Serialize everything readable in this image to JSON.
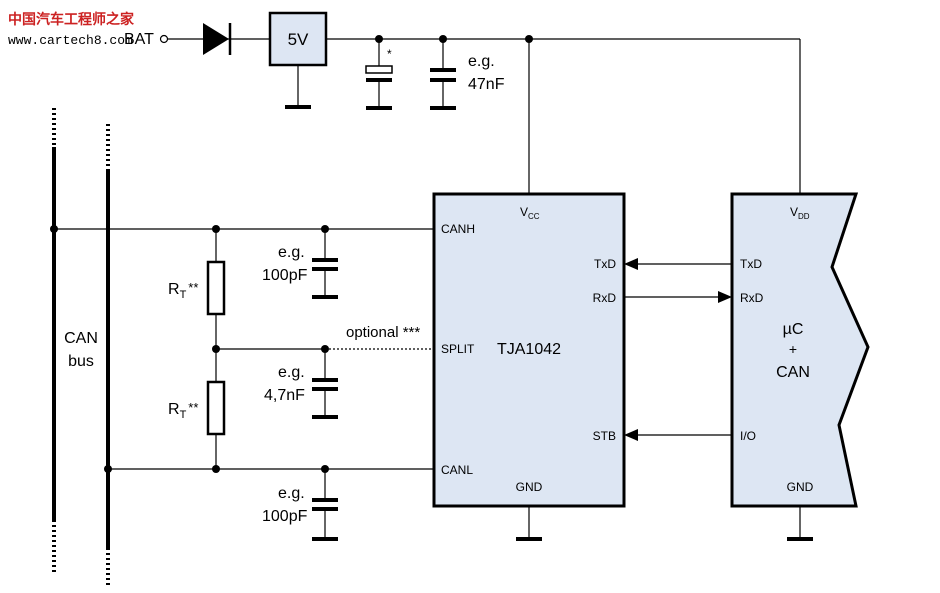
{
  "watermark": {
    "title": "中国汽车工程师之家",
    "url": "www.cartech8.com"
  },
  "supply": {
    "bat_label": "BAT",
    "regulator_label": "5V",
    "cap_star": "*",
    "cap_eg": "e.g.",
    "cap_value": "47nF"
  },
  "bus": {
    "label_line1": "CAN",
    "label_line2": "bus"
  },
  "termination": {
    "rt_main": "R",
    "rt_sub": "T",
    "rt_stars": "**",
    "cap_top_eg": "e.g.",
    "cap_top_value": "100pF",
    "cap_mid_eg": "e.g.",
    "cap_mid_value": "4,7nF",
    "cap_bot_eg": "e.g.",
    "cap_bot_value": "100pF",
    "optional_label": "optional ***"
  },
  "transceiver": {
    "name": "TJA1042",
    "vcc_main": "V",
    "vcc_sub": "CC",
    "pins": {
      "canh": "CANH",
      "split": "SPLIT",
      "canl": "CANL",
      "gnd": "GND",
      "txd": "TxD",
      "rxd": "RxD",
      "stb": "STB"
    }
  },
  "mcu": {
    "line1": "µC",
    "line2": "+",
    "line3": "CAN",
    "vdd_main": "V",
    "vdd_sub": "DD",
    "pins": {
      "txd": "TxD",
      "rxd": "RxD",
      "io": "I/O",
      "gnd": "GND"
    }
  },
  "colors": {
    "chip_fill": "#dde6f3",
    "regulator_fill": "#dde6f3",
    "watermark": "#cc2222",
    "line": "#000000"
  }
}
